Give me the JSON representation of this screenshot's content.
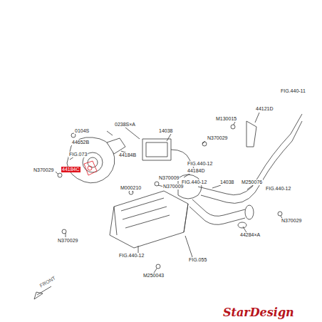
{
  "diagram": {
    "labels": [
      "0104S",
      "44652B",
      "0238S×A",
      "14038",
      "N370029",
      "44121D",
      "M130015",
      "FIG.440-11",
      "44184B",
      "FIG.073",
      "FIG.440-12",
      "44184D",
      "N370009",
      "FIG.440-12",
      "14038",
      "M250076",
      "FIG.440-12",
      "N370029",
      "44184C",
      "M000210",
      "N370009",
      "N370029",
      "44284×A",
      "N370029",
      "FIG.440-12",
      "FIG.055",
      "M250043",
      "FRONT",
      "StarDesign"
    ]
  }
}
